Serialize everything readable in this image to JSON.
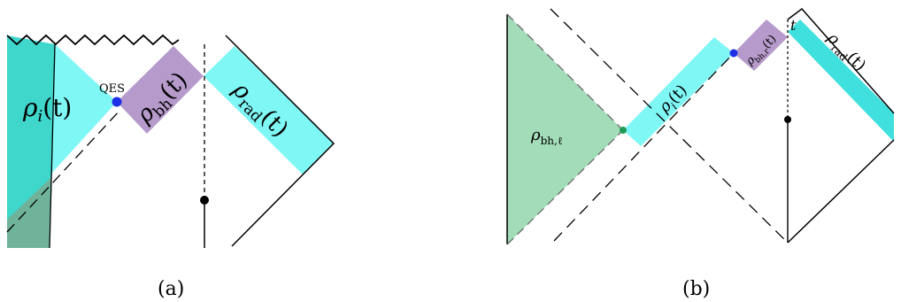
{
  "panel_a": {
    "caption": "(a)",
    "labels": {
      "rho_i_base": "ρ",
      "rho_i_sub": "i",
      "rho_i_arg": "(t)",
      "qes": "QES",
      "rho_bh_base": "ρ",
      "rho_bh_sub": "bh",
      "rho_bh_arg": "(t)",
      "rho_rad_base": "ρ",
      "rho_rad_sub": "rad",
      "rho_rad_arg": "(t)"
    }
  },
  "panel_b": {
    "caption": "(b)",
    "labels": {
      "rho_bhl_base": "ρ",
      "rho_bhl_sub": "bh,ℓ",
      "rho_i_base": "ρ",
      "rho_i_sub": "i",
      "rho_i_arg": "(t)",
      "rho_bhr_base": "ρ",
      "rho_bhr_sub": "bh,r",
      "rho_bhr_arg": "(t)",
      "rho_rad_base": "ρ",
      "rho_rad_sub": "rad",
      "rho_rad_arg": "(t)",
      "t": "t"
    }
  },
  "colors": {
    "teal": "#3fd6cc",
    "cyan": "#7ff7f5",
    "purple": "#b69acb",
    "green_light": "#a3dcb8",
    "green_dark": "#6fb39a",
    "qes_dot": "#1e2fe8",
    "green_dot": "#1f9a55"
  }
}
